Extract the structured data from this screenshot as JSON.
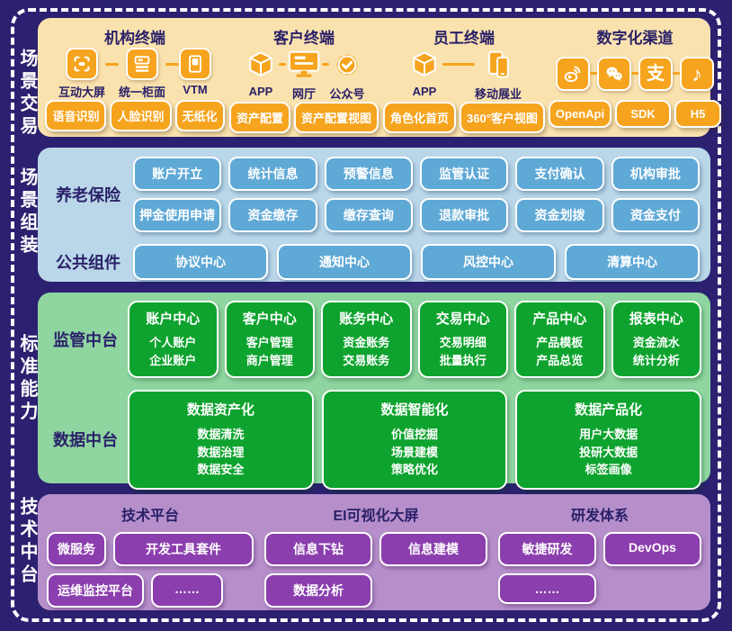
{
  "colors": {
    "background": "#2B2170",
    "accent_orange": "#F6A41E",
    "accent_blue": "#5FA9D6",
    "accent_green": "#0EA32E",
    "accent_purple": "#8B3EAE",
    "label_navy": "#2A2169"
  },
  "sidebar": {
    "items": [
      {
        "label": "场景交易"
      },
      {
        "label": "场景组装"
      },
      {
        "label": "标准能力"
      },
      {
        "label": "技术中台"
      }
    ]
  },
  "scene_transaction": {
    "groups": [
      {
        "title": "机构终端",
        "terminals": [
          {
            "label": "互动大屏",
            "icon": "interactive-screen-icon"
          },
          {
            "label": "统一柜面",
            "icon": "unified-counter-icon"
          },
          {
            "label": "VTM",
            "icon": "vtm-kiosk-icon"
          }
        ],
        "buttons": [
          "语音识别",
          "人脸识别",
          "无纸化"
        ]
      },
      {
        "title": "客户终端",
        "terminals": [
          {
            "label": "APP",
            "icon": "app-cube-icon"
          },
          {
            "label": "网厅",
            "icon": "web-hall-monitor-icon"
          },
          {
            "label": "公众号",
            "icon": "official-account-badge-icon"
          }
        ],
        "buttons": [
          "资产配置",
          "资产配置视图"
        ]
      },
      {
        "title": "员工终端",
        "terminals": [
          {
            "label": "APP",
            "icon": "app-cube-icon"
          },
          {
            "label": "移动展业",
            "icon": "mobile-devices-icon"
          }
        ],
        "buttons": [
          "角色化首页",
          "360°客户视图"
        ]
      },
      {
        "title": "数字化渠道",
        "terminals": [
          {
            "label": "",
            "icon": "weibo-icon"
          },
          {
            "label": "",
            "icon": "wechat-icon"
          },
          {
            "label": "",
            "icon": "alipay-icon"
          },
          {
            "label": "",
            "icon": "douyin-icon"
          }
        ],
        "buttons": [
          "OpenApi",
          "SDK",
          "H5"
        ]
      }
    ]
  },
  "scene_assembly": {
    "pension": {
      "label": "养老保险",
      "buttons": [
        "账户开立",
        "统计信息",
        "预警信息",
        "监管认证",
        "支付确认",
        "机构审批",
        "押金使用申请",
        "资金缴存",
        "缴存查询",
        "退款审批",
        "资金划拨",
        "资金支付"
      ]
    },
    "common": {
      "label": "公共组件",
      "buttons": [
        "协议中心",
        "通知中心",
        "风控中心",
        "清算中心"
      ]
    }
  },
  "standard_capability": {
    "regulatory": {
      "label": "监管中台",
      "cards": [
        {
          "title": "账户中心",
          "items": [
            "个人账户",
            "企业账户"
          ]
        },
        {
          "title": "客户中心",
          "items": [
            "客户管理",
            "商户管理"
          ]
        },
        {
          "title": "账务中心",
          "items": [
            "资金账务",
            "交易账务"
          ]
        },
        {
          "title": "交易中心",
          "items": [
            "交易明细",
            "批量执行"
          ]
        },
        {
          "title": "产品中心",
          "items": [
            "产品模板",
            "产品总览"
          ]
        },
        {
          "title": "报表中心",
          "items": [
            "资金流水",
            "统计分析"
          ]
        }
      ]
    },
    "data": {
      "label": "数据中台",
      "cards": [
        {
          "title": "数据资产化",
          "items": [
            "数据清洗",
            "数据治理",
            "数据安全"
          ]
        },
        {
          "title": "数据智能化",
          "items": [
            "价值挖掘",
            "场景建模",
            "策略优化"
          ]
        },
        {
          "title": "数据产品化",
          "items": [
            "用户大数据",
            "投研大数据",
            "标签画像"
          ]
        }
      ]
    }
  },
  "technology": {
    "columns": [
      {
        "title": "技术平台",
        "row1": [
          "微服务",
          "开发工具套件"
        ],
        "row2": [
          "运维监控平台",
          "……"
        ]
      },
      {
        "title": "EI可视化大屏",
        "row1": [
          "信息下钻",
          "信息建模"
        ],
        "row2": [
          "数据分析"
        ]
      },
      {
        "title": "研发体系",
        "row1": [
          "敏捷研发",
          "DevOps"
        ],
        "row2": [
          "……"
        ]
      }
    ]
  }
}
